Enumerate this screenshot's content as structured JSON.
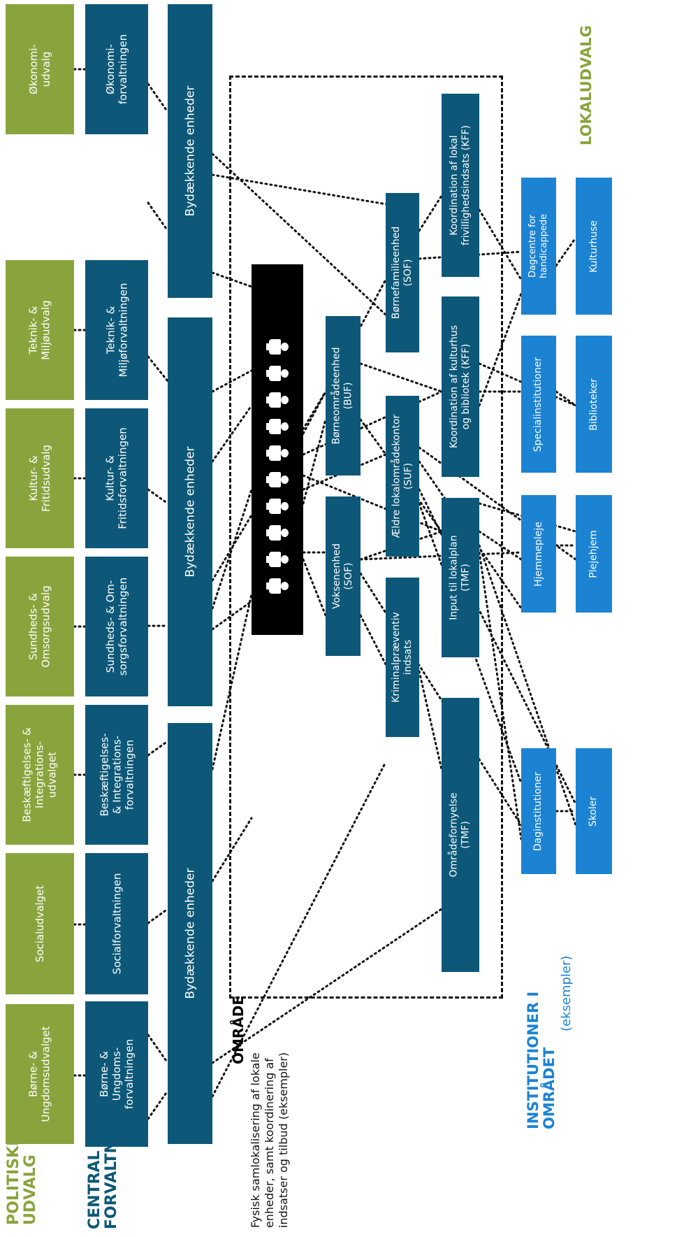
{
  "political": {
    "heading": "POLITISKE\nUDVALG",
    "items": [
      "Børne- &\nUngdomsudvalget",
      "Socialudvalget",
      "Beskæftigelses- &\nIntegrations-\nudvalget",
      "Sundheds- &\nOmsorgsudvalg",
      "Kultur- &\nFritidsudvalg",
      "Teknik- &\nMiljøudvalg",
      "Økonomi-\nudvalg"
    ]
  },
  "central": {
    "heading": "CENTRAL\nFORVALTNINGER",
    "items": [
      "Børne- &\nUngdoms-\nforvaltningen",
      "Socialforvaltningen",
      "Beskæftigelses-\n& Integrations-\nforvaltningen",
      "Sundheds- & Om-\nsorgsforvaltningen",
      "Kultur- &\nFritidsforvaltningen",
      "Teknik- &\nMiljøforvaltningen",
      "Økonomi-\nforvaltningen"
    ]
  },
  "district_units": [
    "Bydækkende enheder",
    "Bydækkende enheder",
    "Bydækkende enheder"
  ],
  "area": {
    "heading": "OMRÅDE",
    "description": "Fysisk samlokalisering af lokale\nenheder, samt koordinering af\nindsatser og tilbud (eksempler)",
    "person_icon_count": 10,
    "units": {
      "borneomrade": "Børneområdeenhed\n(BUF)",
      "voksen": "Voksenenhed\n(SOF)",
      "bornefamilie": "Børnefamilieenhed\n(SOF)",
      "aeldre": "Ældre lokalområdekontor\n(SUF)",
      "kriminal": "Kriminalpræventiv\nindsats",
      "frivillig": "Koordination af lokal\nfrivillighedsindsats (KFF)",
      "kulturhus": "Koordination af kulturhus\nog bibliotek (KFF)",
      "lokalplan": "Input til lokalplan\n(TMF)",
      "omradefornyelse": "Områdefornyelse\n(TMF)"
    }
  },
  "institutions": {
    "heading_bold": "INSTITUTIONER I\nOMRÅDET",
    "heading_sub": "(eksempler)",
    "items": [
      "Daginstitutioner",
      "Hjemmepleje",
      "Specialinstitutioner",
      "Dagcentre for\nhandicappede",
      "Skoler",
      "Plejehjem",
      "Biblioteker",
      "Kulturhuse"
    ]
  },
  "local_committee": "LOKALUDVALG",
  "colors": {
    "green": "#8aa43d",
    "teal": "#0d5878",
    "blue": "#1c83d3",
    "black": "#000000"
  }
}
